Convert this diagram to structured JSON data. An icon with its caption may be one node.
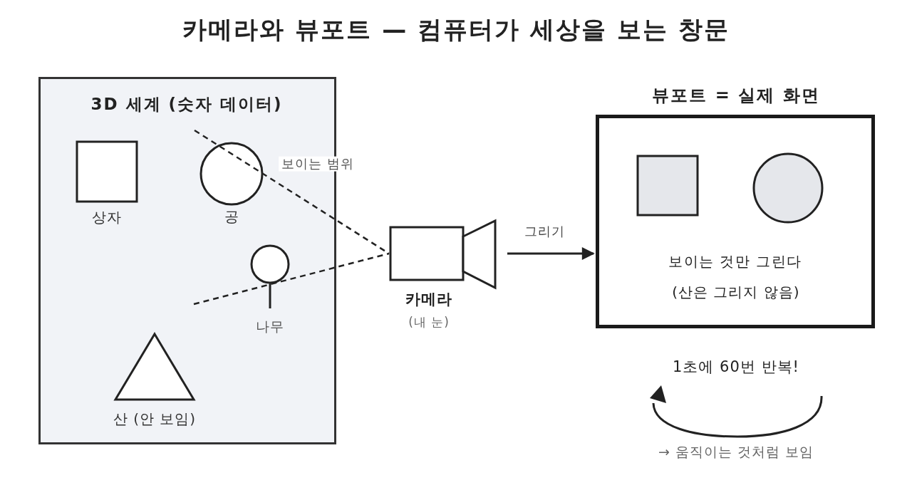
{
  "diagram": {
    "title": "카메라와 뷰포트 — 컴퓨터가 세상을 보는 창문",
    "nodes": [
      {
        "text": [
          "3D 세계 (숫자 데이터)"
        ]
      },
      {
        "text": [
          "상자"
        ],
        "in": 0
      },
      {
        "text": [
          "공"
        ],
        "in": 0
      },
      {
        "text": [
          "나무"
        ],
        "in": 0
      },
      {
        "text": [
          "산 (안 보임)"
        ],
        "in": 0
      },
      {
        "text": [
          "카메라",
          "(내 눈)"
        ]
      },
      {
        "text": [
          "뷰포트 = 실제 화면",
          "보이는 것만 그린다",
          "(산은 그리지 않음)"
        ]
      },
      {
        "text": [],
        "shape": "box",
        "in": 6
      },
      {
        "text": [],
        "shape": "circle",
        "in": 6
      }
    ],
    "edges": [
      {
        "from": null,
        "to": 5,
        "arrow": "none",
        "style": "dashed"
      },
      {
        "from": null,
        "to": 5,
        "arrow": "none",
        "style": "dashed"
      },
      {
        "from": 5,
        "to": 6,
        "arrow": "to",
        "label": "그리기"
      }
    ],
    "labels": [
      "보이는 범위",
      "1초에 60번 반복!",
      "→ 움직이는 것처럼 보임"
    ]
  }
}
